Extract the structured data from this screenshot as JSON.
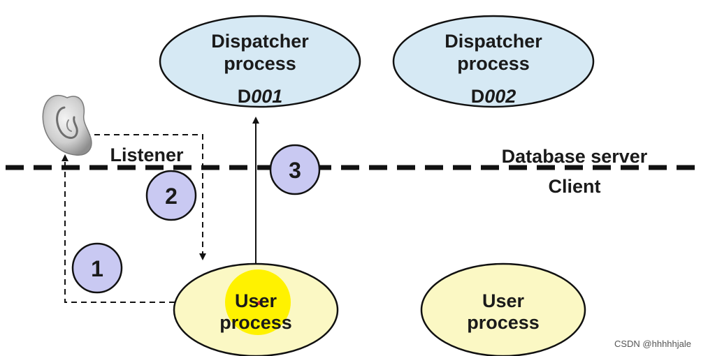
{
  "colors": {
    "dispatcher_fill": "#d6e9f4",
    "user_fill": "#fbf8c4",
    "badge_fill": "#c9c9f2",
    "highlight": "#fff200",
    "line": "#111111"
  },
  "dispatchers": [
    {
      "line1": "Dispatcher",
      "line2": "process",
      "id_prefix": "D",
      "id_num": "001"
    },
    {
      "line1": "Dispatcher",
      "line2": "process",
      "id_prefix": "D",
      "id_num": "002"
    }
  ],
  "users": [
    {
      "line1": "User",
      "line2": "process"
    },
    {
      "line1": "User",
      "line2": "process"
    }
  ],
  "labels": {
    "listener": "Listener",
    "database_server": "Database server",
    "client": "Client"
  },
  "steps": [
    "1",
    "2",
    "3"
  ],
  "icons": {
    "ear": "ear-icon"
  },
  "watermark": "CSDN @hhhhhjale"
}
